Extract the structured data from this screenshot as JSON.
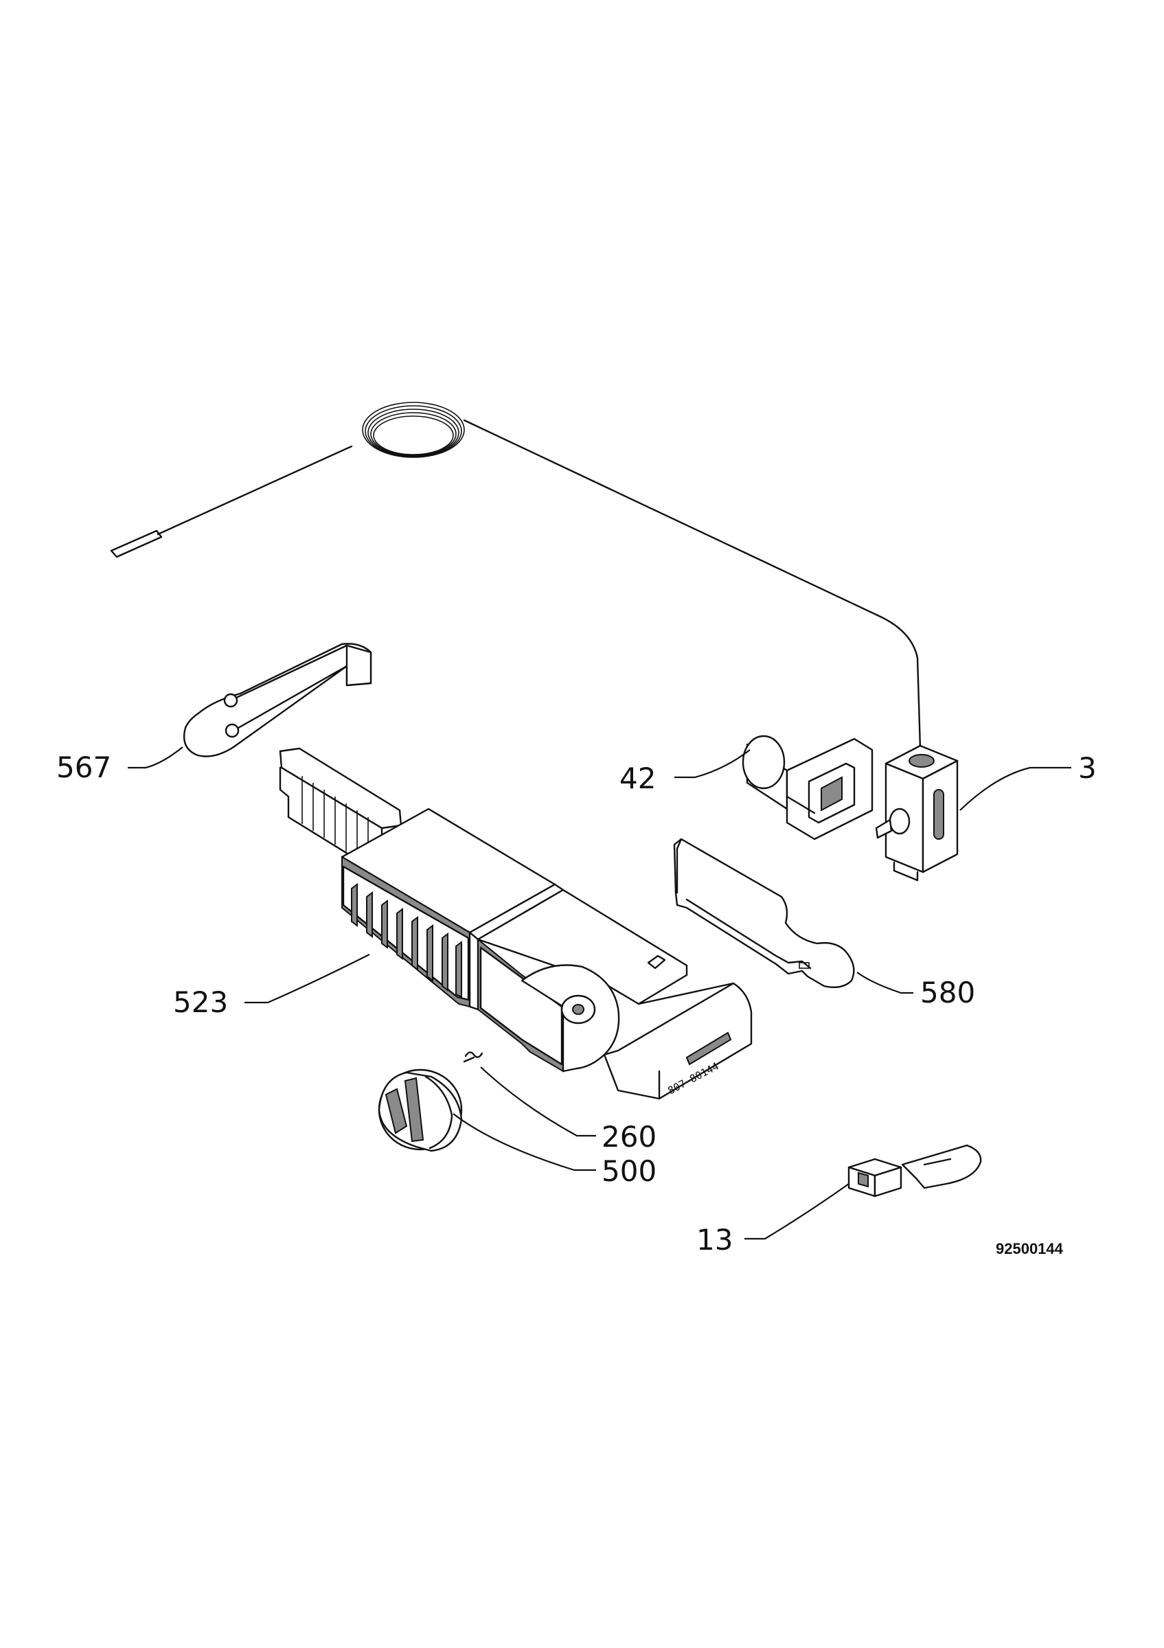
{
  "diagram": {
    "drawing_number": "92500144",
    "callouts": {
      "p3": "3",
      "p13": "13",
      "p42": "42",
      "p260": "260",
      "p500": "500",
      "p523": "523",
      "p567": "567",
      "p580": "580"
    },
    "part_stamp": "807-80144"
  }
}
